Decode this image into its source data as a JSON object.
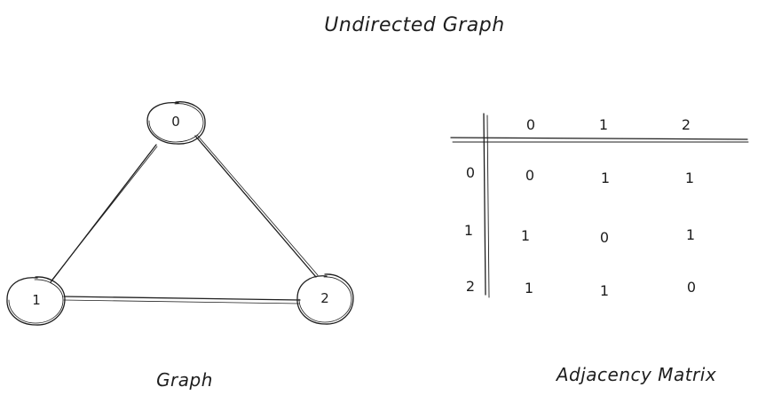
{
  "title": "Undirected Graph",
  "graph": {
    "caption": "Graph",
    "nodes": [
      {
        "id": "0",
        "label": "0"
      },
      {
        "id": "1",
        "label": "1"
      },
      {
        "id": "2",
        "label": "2"
      }
    ],
    "edges": [
      {
        "from": "0",
        "to": "1"
      },
      {
        "from": "0",
        "to": "2"
      },
      {
        "from": "1",
        "to": "2"
      }
    ]
  },
  "matrix": {
    "caption": "Adjacency Matrix",
    "column_headers": [
      "0",
      "1",
      "2"
    ],
    "row_headers": [
      "0",
      "1",
      "2"
    ],
    "rows": [
      [
        "0",
        "1",
        "1"
      ],
      [
        "1",
        "0",
        "1"
      ],
      [
        "1",
        "1",
        "0"
      ]
    ]
  }
}
